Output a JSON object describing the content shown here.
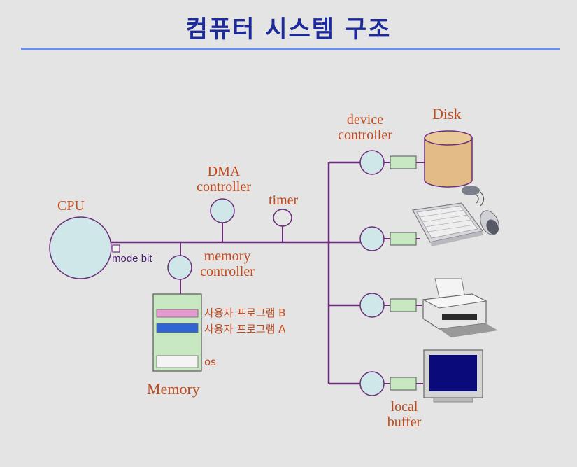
{
  "title": "컴퓨터 시스템 구조",
  "labels": {
    "cpu": "CPU",
    "mode_bit": "mode bit",
    "dma_line1": "DMA",
    "dma_line2": "controller",
    "timer": "timer",
    "memctrl_line1": "memory",
    "memctrl_line2": "controller",
    "device_line1": "device",
    "device_line2": "controller",
    "disk": "Disk",
    "program_b": "사용자 프로그램 B",
    "program_a": "사용자 프로그램 A",
    "os": "os",
    "memory": "Memory",
    "local_line1": "local",
    "local_line2": "buffer"
  },
  "colors": {
    "title": "#1c2a9a",
    "rule": "#6f8fdd",
    "bus": "#6b2c7a",
    "node_fill": "#cfe7e9",
    "buffer_fill": "#c8e8c2",
    "label": "#c24b1e",
    "program_b": "#e79ad0",
    "program_a": "#2f66d4",
    "disk": "#e2bb86"
  },
  "icons": [
    "disk-cylinder-icon",
    "keyboard-icon",
    "mouse-icon",
    "printer-icon",
    "monitor-icon"
  ]
}
